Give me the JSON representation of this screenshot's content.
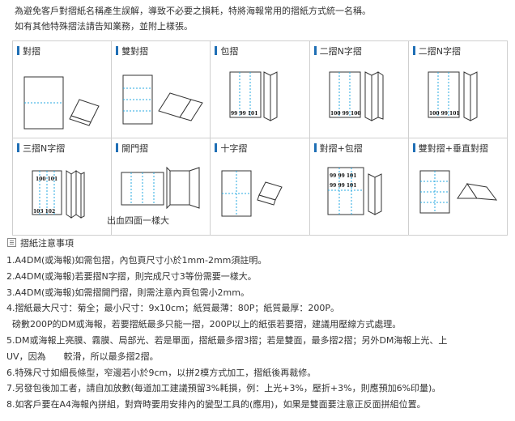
{
  "intro": [
    "為避免客戶對摺紙名稱產生誤解，導致不必要之損耗，特將海報常用的摺紙方式統一名稱。",
    "如有其他特殊摺法請告知業務，並附上樣張。"
  ],
  "fold_types": [
    {
      "label": "對摺"
    },
    {
      "label": "雙對摺"
    },
    {
      "label": "包摺",
      "page_numbers": "99 99 101"
    },
    {
      "label": "二摺N字摺",
      "page_numbers": "100 99 100"
    },
    {
      "label": "二摺N字摺",
      "page_numbers": "100 99 101"
    },
    {
      "label": "三摺N字摺",
      "page_numbers_top": "100 101",
      "page_numbers_bottom": "103 102"
    },
    {
      "label": "開門摺"
    },
    {
      "label": "十字摺"
    },
    {
      "label": "對摺+包摺",
      "page_numbers_top": "99 99 101",
      "page_numbers_bottom": "99 99 101"
    },
    {
      "label": "雙對摺+垂直對摺"
    }
  ],
  "door_fold_caption": "出血四面一樣大",
  "notes_title": "摺紙注意事項",
  "notes": [
    "1.A4DM(或海報)如需包摺，內包頁尺寸小於1mm-2mm須註明。",
    "2.A4DM(或海報)若要摺N字摺，則完成尺寸3等份需要一樣大。",
    "3.A4DM(或海報)如需摺開門摺，則需注意內頁包需小2mm。",
    "4.摺紙最大尺寸：菊全；最小尺寸：9x10cm；紙質最薄：80P；紙質最厚：200P。",
    "  磅數200P的DM或海報，若要摺紙最多只能一摺，200P以上的紙張若要摺，建議用壓線方式處理。",
    "5.DM或海報上亮膜、霧膜、局部光、若是單面，摺紙最多摺3摺；若是雙面，最多摺2摺；另外DM海報上光、上",
    "UV，因為　　較滑，所以最多摺2摺。",
    "6.特殊尺寸如細長條型，窄邊若小於9cm，以拼2模方式加工，摺紙後再裁修。",
    "7.另發包後加工者，請自加放數(每道加工建議預留3%耗損，例：上光+3%，壓折+3%，則應預加6%印量)。",
    "8.如客戶要在A4海報內拼組，對齊時要用安排內的變型工具的(應用)，如果是雙面要注意正反面拼組位置。"
  ],
  "colors": {
    "accent": "#1f6fb5",
    "fold_line": "#27a9e1",
    "grid_border": "#cfcfcf"
  }
}
